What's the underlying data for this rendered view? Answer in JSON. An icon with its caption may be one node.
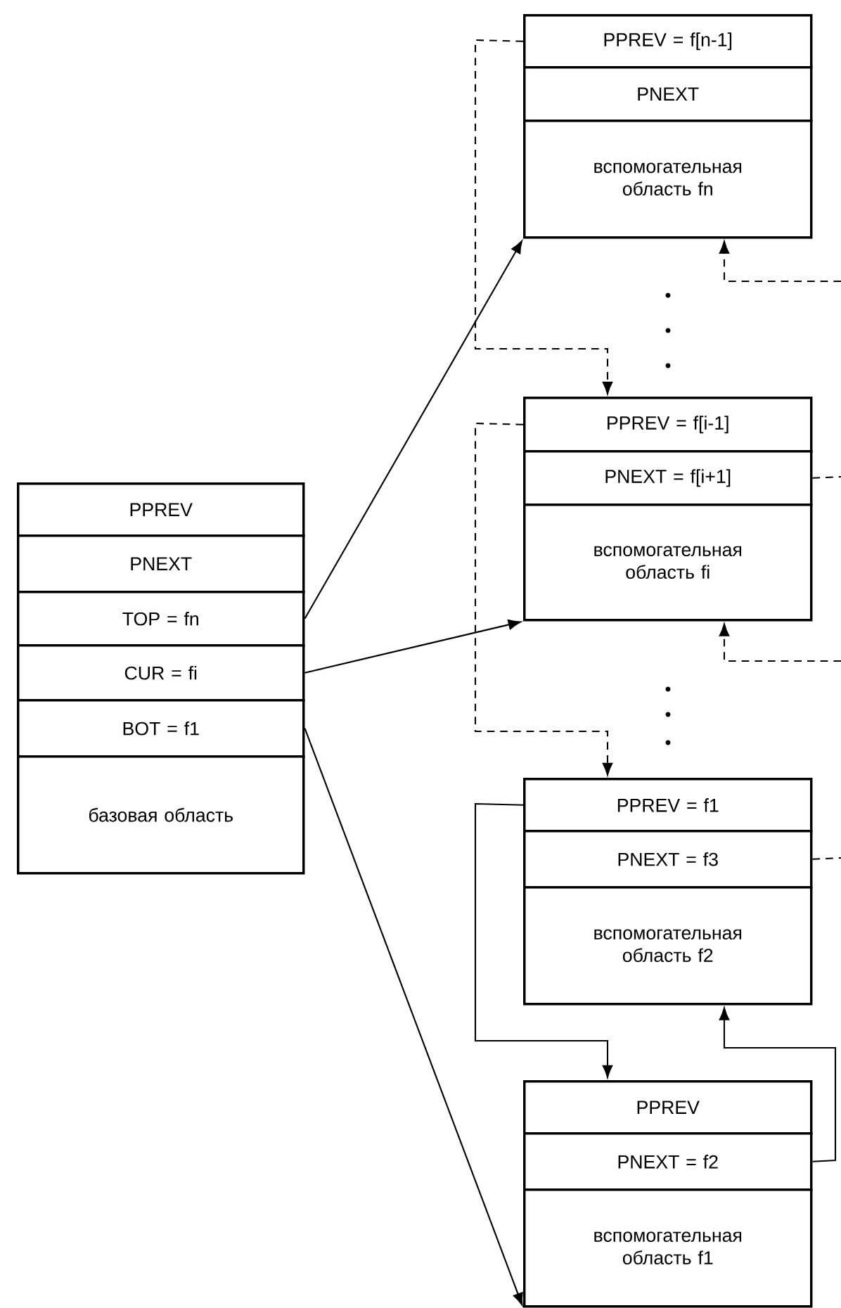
{
  "diagram": {
    "nodes": [
      {
        "text": [
          "PPREV"
        ]
      },
      {
        "text": [
          "PNEXT"
        ]
      },
      {
        "text": [
          "TOP = fn"
        ]
      },
      {
        "text": [
          "CUR = fi"
        ]
      },
      {
        "text": [
          "BOT = f1"
        ]
      },
      {
        "text": [
          "базовая область"
        ]
      },
      {
        "text": [
          "PPREV = f[n-1]"
        ]
      },
      {
        "text": [
          "PNEXT"
        ]
      },
      {
        "text": [
          "вспомогательная область fn"
        ]
      },
      {
        "text": [
          "PPREV = f[i-1]"
        ]
      },
      {
        "text": [
          "PNEXT = f[i+1]"
        ]
      },
      {
        "text": [
          "вспомогательная область fi"
        ]
      },
      {
        "text": [
          "PPREV = f1"
        ]
      },
      {
        "text": [
          "PNEXT = f3"
        ]
      },
      {
        "text": [
          "вспомогательная область f2"
        ]
      },
      {
        "text": [
          "PPREV"
        ]
      },
      {
        "text": [
          "PNEXT = f2"
        ]
      },
      {
        "text": [
          "вспомогательная область f1"
        ]
      }
    ],
    "edges": [
      {
        "from": 2,
        "to": 8,
        "arrow": "to"
      },
      {
        "from": 3,
        "to": 11,
        "arrow": "to"
      },
      {
        "from": 4,
        "to": 17,
        "arrow": "to"
      },
      {
        "from": 6,
        "to": 9,
        "arrow": "to",
        "style": "dashed"
      },
      {
        "from": 9,
        "to": 12,
        "arrow": "to",
        "style": "dashed"
      },
      {
        "from": 12,
        "to": 15,
        "arrow": "to"
      },
      {
        "from": null,
        "to": 8,
        "arrow": "to",
        "style": "dashed"
      },
      {
        "from": 10,
        "to": null,
        "arrow": "none",
        "style": "dashed"
      },
      {
        "from": null,
        "to": 11,
        "arrow": "to",
        "style": "dashed"
      },
      {
        "from": 13,
        "to": null,
        "arrow": "none",
        "style": "dashed"
      },
      {
        "from": 16,
        "to": 14,
        "arrow": "to"
      }
    ]
  }
}
